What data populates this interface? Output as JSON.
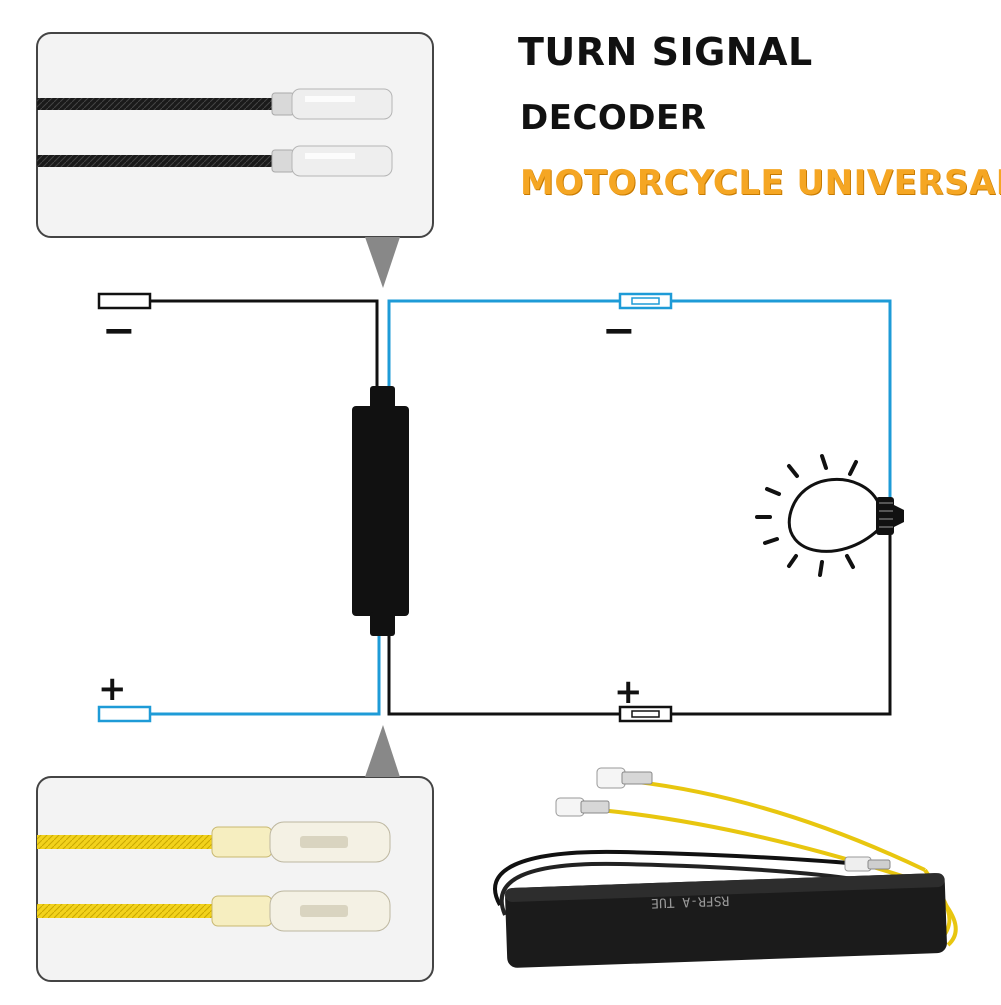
{
  "title": {
    "line1": "TURN SIGNAL",
    "line2": "DECODER",
    "line3": "MOTORCYCLE UNIVERSAL"
  },
  "terminals": {
    "left_negative": "−",
    "left_positive": "+",
    "right_negative": "−",
    "right_positive": "+"
  },
  "device_label": "RSFR-A TUE",
  "colors": {
    "blue_wire": "#1e9bd7",
    "black_wire": "#111111",
    "yellow_wire": "#e8c60f",
    "title_accent": "#f5a623",
    "panel_border": "#444444",
    "panel_bg": "#f3f3f3"
  },
  "icons": [
    "lightbulb-icon",
    "connector-icon",
    "decoder-module-icon",
    "wire-bundle-icon"
  ]
}
